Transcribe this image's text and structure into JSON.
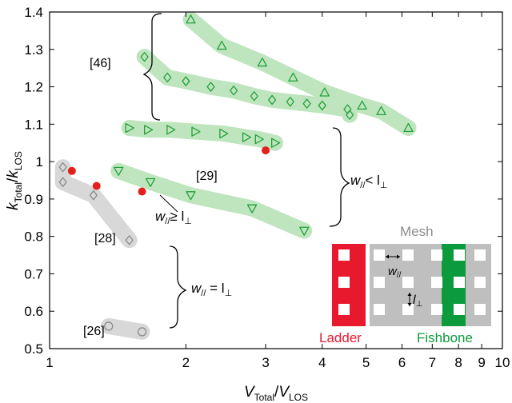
{
  "chart_data": {
    "type": "scatter",
    "xscale": "log",
    "xlim": [
      1,
      10
    ],
    "ylim": [
      0.5,
      1.4
    ],
    "xticks": [
      1,
      2,
      3,
      4,
      5,
      6,
      7,
      8,
      9,
      10
    ],
    "yticks": [
      0.5,
      0.6,
      0.7,
      0.8,
      0.9,
      1,
      1.1,
      1.2,
      1.3,
      1.4
    ],
    "xtick_labels": [
      "1",
      "2",
      "3",
      "4",
      "5",
      "6",
      "7",
      "8",
      "9",
      "10"
    ],
    "ytick_labels": [
      "0.5",
      "0.6",
      "0.7",
      "0.8",
      "0.9",
      "1",
      "1.1",
      "1.2",
      "1.3",
      "1.4"
    ],
    "xlabel": {
      "main": "V",
      "sub": "Total",
      "sep": "/",
      "main2": "V",
      "sub2": "LOS"
    },
    "ylabel": {
      "main": "k",
      "sub": "Total",
      "sep": "/",
      "main2": "k",
      "sub2": "LOS"
    },
    "grid": false,
    "series": [
      {
        "marker": "triangle-up",
        "color": "#22a03a",
        "band_color": "#bfe5bf",
        "points": [
          [
            2.05,
            1.38
          ],
          [
            2.4,
            1.31
          ],
          [
            2.95,
            1.265
          ],
          [
            3.45,
            1.225
          ],
          [
            4.05,
            1.185
          ],
          [
            4.9,
            1.15
          ],
          [
            5.4,
            1.135
          ],
          [
            6.2,
            1.09
          ]
        ]
      },
      {
        "marker": "diamond",
        "color": "#22a03a",
        "band_color": "#bfe5bf",
        "points": [
          [
            1.62,
            1.28
          ],
          [
            1.82,
            1.225
          ],
          [
            2.0,
            1.215
          ],
          [
            2.27,
            1.2
          ],
          [
            2.55,
            1.19
          ],
          [
            2.83,
            1.175
          ],
          [
            3.1,
            1.165
          ],
          [
            3.4,
            1.16
          ],
          [
            3.7,
            1.155
          ],
          [
            4.0,
            1.15
          ],
          [
            4.55,
            1.14
          ],
          [
            4.6,
            1.125
          ]
        ]
      },
      {
        "marker": "triangle-right",
        "color": "#22a03a",
        "band_color": "#bfe5bf",
        "points": [
          [
            1.5,
            1.09
          ],
          [
            1.65,
            1.085
          ],
          [
            1.85,
            1.085
          ],
          [
            2.1,
            1.08
          ],
          [
            2.42,
            1.075
          ],
          [
            2.72,
            1.065
          ],
          [
            2.9,
            1.06
          ],
          [
            3.15,
            1.05
          ]
        ]
      },
      {
        "marker": "triangle-down",
        "color": "#22a03a",
        "band_color": "#bfe5bf",
        "points": [
          [
            1.42,
            0.975
          ],
          [
            1.67,
            0.945
          ],
          [
            2.05,
            0.91
          ],
          [
            2.8,
            0.875
          ],
          [
            3.65,
            0.815
          ]
        ]
      },
      {
        "marker": "diamond",
        "color": "#8a8a8a",
        "band_color": "#d8d8d8",
        "points": [
          [
            1.07,
            0.985
          ],
          [
            1.07,
            0.945
          ],
          [
            1.25,
            0.91
          ],
          [
            1.5,
            0.79
          ]
        ]
      },
      {
        "marker": "circle-open",
        "color": "#8a8a8a",
        "band_color": "#d8d8d8",
        "points": [
          [
            1.35,
            0.56
          ],
          [
            1.6,
            0.545
          ]
        ]
      },
      {
        "marker": "circle-filled",
        "color": "#e5201c",
        "band_color": "none",
        "points": [
          [
            1.12,
            0.975
          ],
          [
            1.27,
            0.935
          ],
          [
            1.6,
            0.92
          ],
          [
            3.0,
            1.03
          ]
        ]
      }
    ],
    "annotations": {
      "ref46": "[46]",
      "ref29": "[29]",
      "ref28": "[28]",
      "ref26": "[26]",
      "w_ge": {
        "main": "w",
        "sub": "//",
        "rel": "≥ l",
        "sub2": "⊥"
      },
      "w_eq": {
        "main": "w",
        "sub": "//",
        "rel": " = l",
        "sub2": "⊥"
      },
      "w_lt": {
        "main": "w",
        "sub": "//",
        "rel": "< l",
        "sub2": "⊥"
      }
    },
    "inset": {
      "title": "Mesh",
      "ladder_label": "Ladder",
      "fishbone_label": "Fishbone",
      "w_label": {
        "main": "w",
        "sub": "//"
      },
      "l_label": {
        "main": "l",
        "sub": "⊥"
      },
      "colors": {
        "ladder": "#e8192c",
        "fishbone": "#0c9b3c",
        "mesh": "#bfbfbf",
        "mesh_text": "#8c8c8c"
      }
    }
  }
}
